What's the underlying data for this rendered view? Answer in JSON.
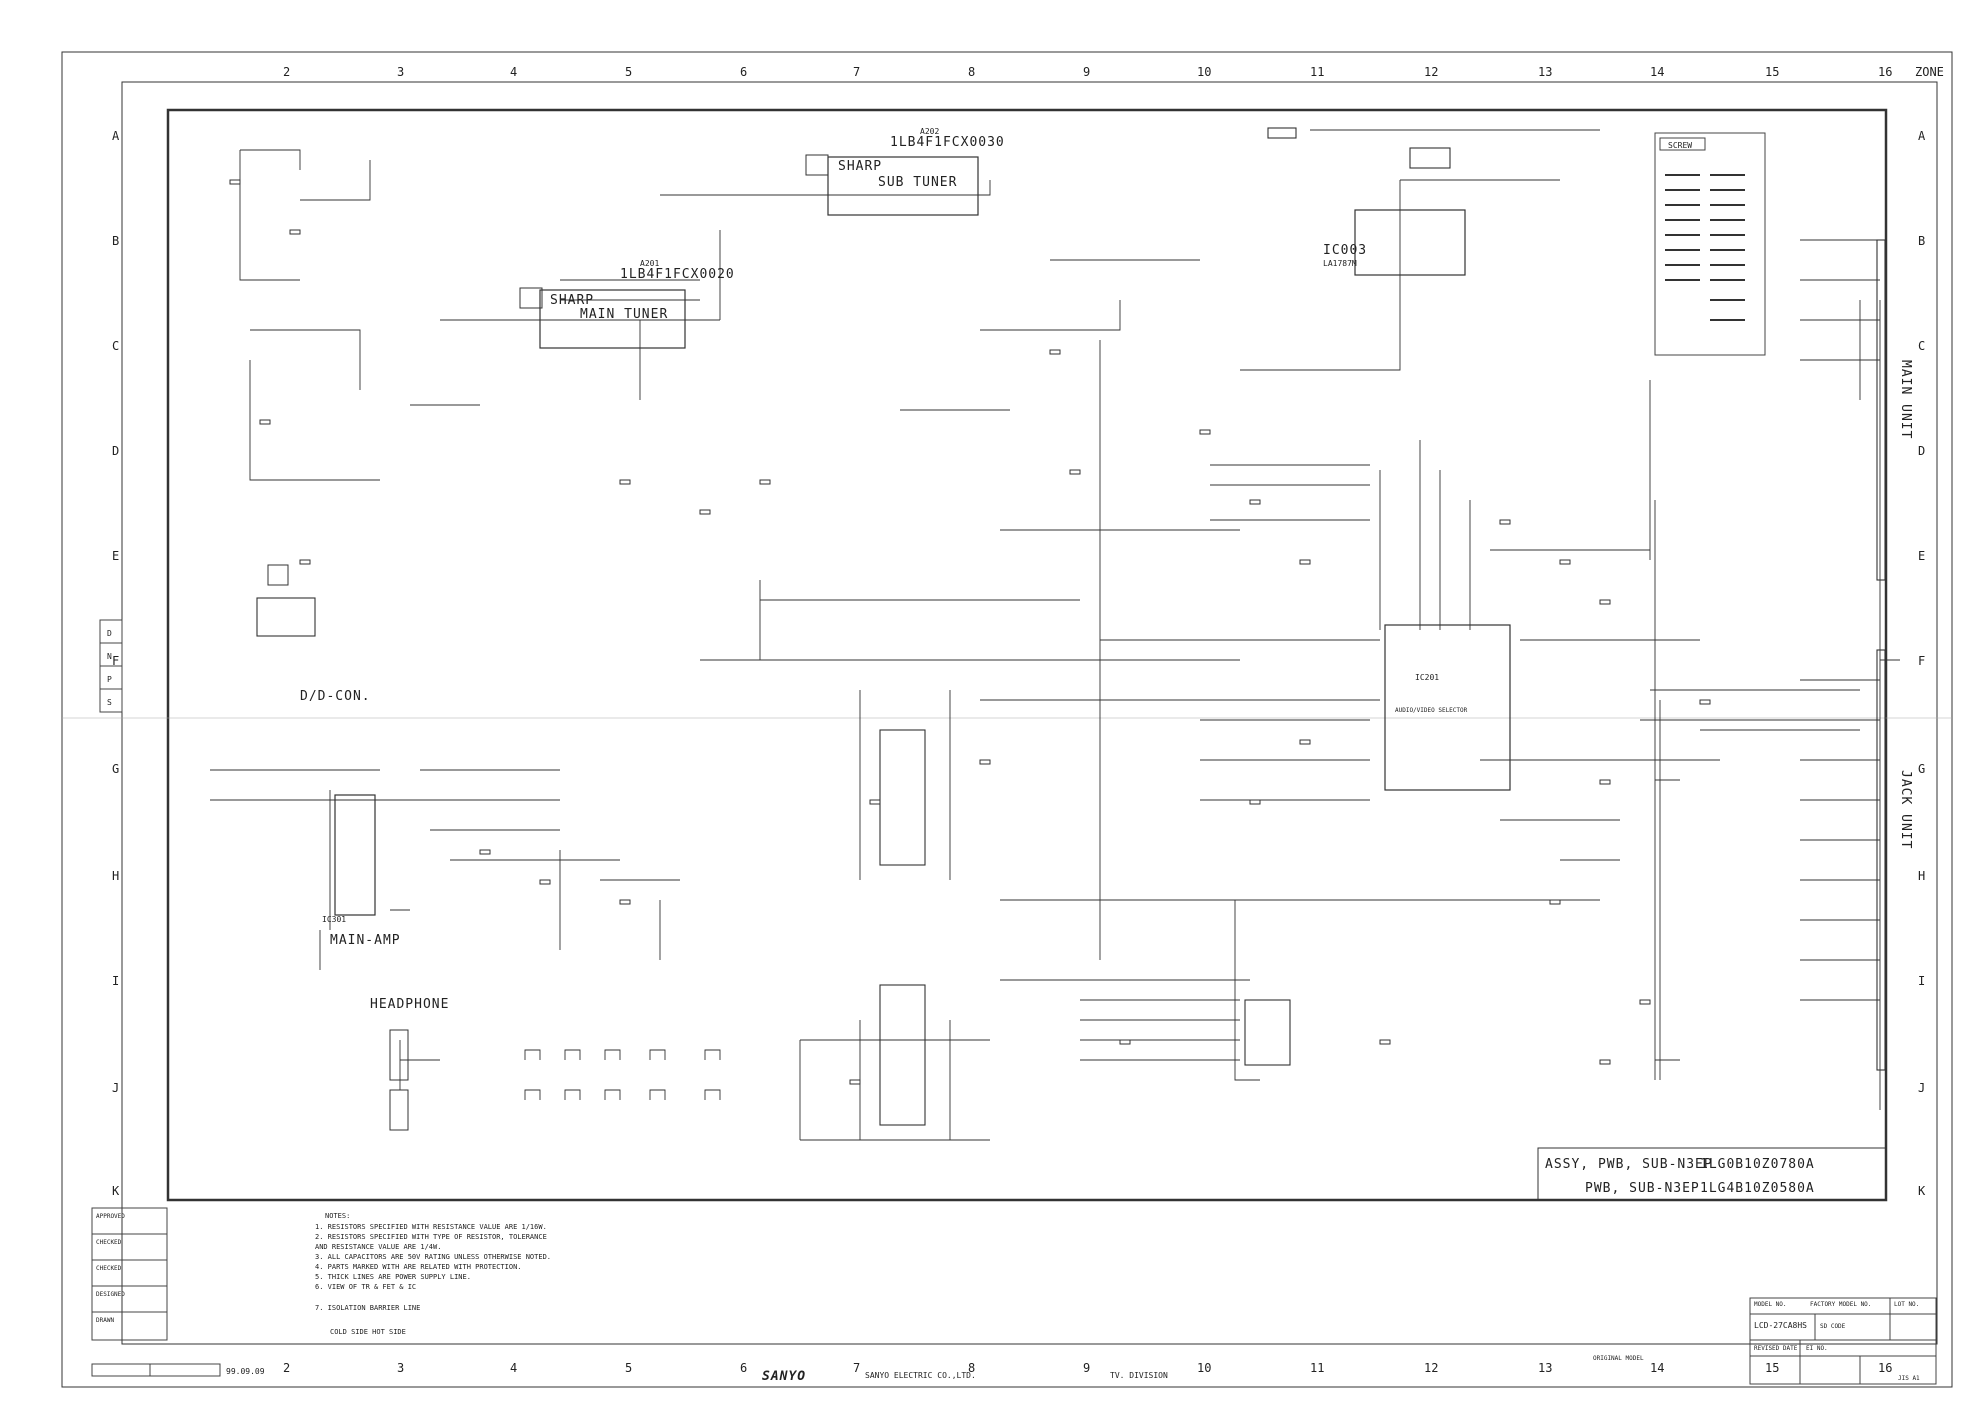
{
  "zones_top": [
    "2",
    "3",
    "4",
    "5",
    "6",
    "7",
    "8",
    "9",
    "10",
    "11",
    "12",
    "13",
    "14",
    "15",
    "16"
  ],
  "zones_side": [
    "A",
    "B",
    "C",
    "D",
    "E",
    "F",
    "G",
    "H",
    "I",
    "J",
    "K"
  ],
  "zone_marker": "ZONE",
  "blocks": {
    "main_tuner": {
      "ref": "A201",
      "part": "1LB4F1FCX0020",
      "brand": "SHARP",
      "name": "MAIN TUNER"
    },
    "sub_tuner": {
      "ref": "A202",
      "part": "1LB4F1FCX0030",
      "brand": "SHARP",
      "name": "SUB TUNER"
    },
    "ic003": {
      "ref": "IC003",
      "part": "LA1787M"
    },
    "ic201": {
      "ref": "IC201",
      "name": "AUDIO/VIDEO SELECTOR"
    },
    "ic301": {
      "ref": "IC301",
      "name": "MAIN-AMP"
    },
    "dd_con": "D/D-CON.",
    "headphone": "HEADPHONE",
    "screw": "SCREW",
    "main_unit": "MAIN UNIT",
    "jack_unit": "JACK UNIT"
  },
  "side_letters": [
    "D",
    "N",
    "P",
    "S"
  ],
  "assy": {
    "line1_label": "ASSY, PWB, SUB-N3EP",
    "line1_part": "1LG0B10Z0780A",
    "line2_label": "PWB, SUB-N3EP",
    "line2_part": "1LG4B10Z0580A"
  },
  "notes": {
    "title": "NOTES:",
    "lines": [
      "1. RESISTORS SPECIFIED WITH RESISTANCE VALUE ARE 1/16W.",
      "2. RESISTORS SPECIFIED WITH TYPE OF RESISTOR, TOLERANCE",
      "   AND RESISTANCE VALUE ARE 1/4W.",
      "3. ALL CAPACITORS ARE 50V RATING UNLESS OTHERWISE NOTED.",
      "4. PARTS MARKED WITH ARE RELATED WITH PROTECTION.",
      "5. THICK LINES ARE POWER SUPPLY LINE.",
      "6. VIEW OF TR & FET & IC",
      "7. ISOLATION BARRIER LINE"
    ],
    "footer": "COLD SIDE   HOT SIDE"
  },
  "signoff": [
    "APPROVED",
    "CHECKED",
    "CHECKED",
    "DESIGNED",
    "DRAWN"
  ],
  "footer": {
    "date": "99.09.09",
    "brand": "SANYO",
    "company": "SANYO ELECTRIC CO.,LTD.",
    "division": "TV. DIVISION",
    "original_model": "ORIGINAL MODEL",
    "standard": "JIS A1"
  },
  "title_block": {
    "model_label": "MODEL NO.",
    "factory_label": "FACTORY MODEL NO.",
    "model": "LCD-27CA8HS",
    "sd_code": "SD CODE",
    "revised": "REVISED DATE",
    "ei_no": "EI NO.",
    "lot_no": "LOT NO."
  }
}
